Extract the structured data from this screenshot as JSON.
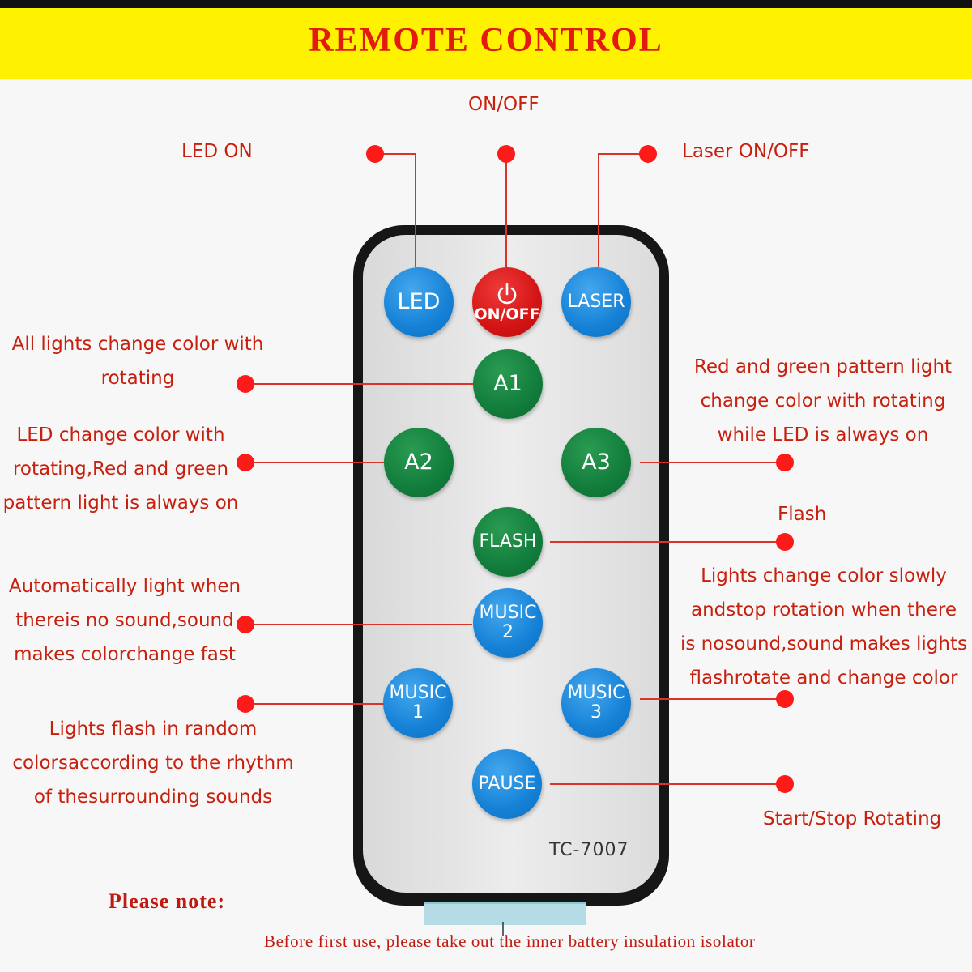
{
  "title": "REMOTE CONTROL",
  "model": "TC-7007",
  "buttons": {
    "led": "LED",
    "on_off": "ON/OFF",
    "laser": "LASER",
    "a1": "A1",
    "a2": "A2",
    "a3": "A3",
    "flash": "FLASH",
    "music2": {
      "line1": "MUSIC",
      "line2": "2"
    },
    "music1": {
      "line1": "MUSIC",
      "line2": "1"
    },
    "music3": {
      "line1": "MUSIC",
      "line2": "3"
    },
    "pause": "PAUSE"
  },
  "labels": {
    "on_off": "ON/OFF",
    "led_on": "LED  ON",
    "laser_on_off": "Laser ON/OFF",
    "a1": [
      "All lights change color with",
      "rotating"
    ],
    "a3": [
      "Red and green pattern light",
      "change color with rotating",
      "while LED is always on"
    ],
    "a2": [
      "LED change color with",
      "rotating,Red and green",
      "pattern light is always on"
    ],
    "flash": "Flash",
    "music3": [
      "Lights change color slowly",
      "andstop rotation when there",
      "is nosound,sound makes lights",
      "flashrotate and change color"
    ],
    "music2": [
      "Automatically light when",
      "thereis no sound,sound",
      "makes colorchange fast"
    ],
    "music1": [
      "Lights flash in random",
      "colorsaccording to the rhythm",
      "of thesurrounding sounds"
    ],
    "pause": "Start/Stop Rotating"
  },
  "note": {
    "title": "Please note:",
    "text": "Before first use, please take out the inner battery insulation isolator"
  },
  "colors": {
    "banner": "#fff200",
    "title": "#e21a12",
    "label": "#c8200e",
    "callout": "#ff1a1a",
    "button_blue": "#1581d6",
    "button_green": "#127d3c",
    "button_red": "#d41414"
  }
}
